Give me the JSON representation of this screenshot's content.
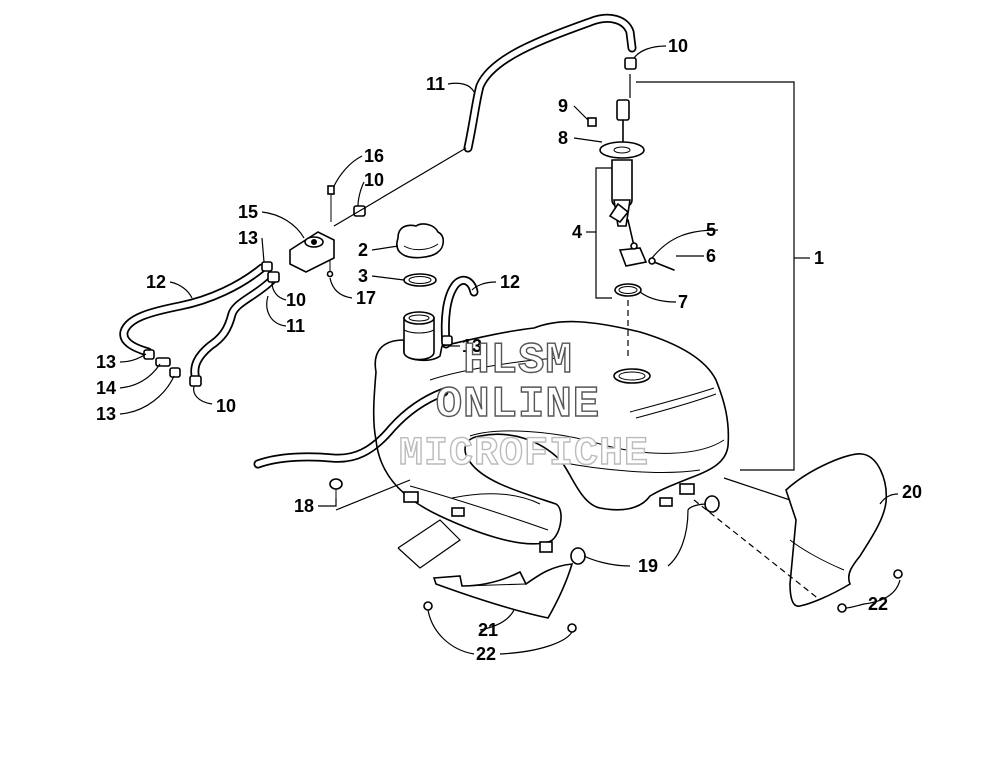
{
  "callouts": {
    "c1": "1",
    "c2": "2",
    "c3": "3",
    "c4": "4",
    "c5": "5",
    "c6": "6",
    "c7": "7",
    "c8": "8",
    "c9": "9",
    "c10a": "10",
    "c10b": "10",
    "c10c": "10",
    "c10d": "10",
    "c11a": "11",
    "c11b": "11",
    "c12a": "12",
    "c12b": "12",
    "c13a": "13",
    "c13b": "13",
    "c13c": "13",
    "c13d": "13",
    "c14": "14",
    "c15": "15",
    "c16": "16",
    "c17": "17",
    "c18": "18",
    "c19": "19",
    "c20": "20",
    "c21": "21",
    "c22a": "22",
    "c22b": "22"
  },
  "watermark": {
    "line1": "HLSM",
    "line2": "ONLINE",
    "line3": "MICROFICHE"
  }
}
